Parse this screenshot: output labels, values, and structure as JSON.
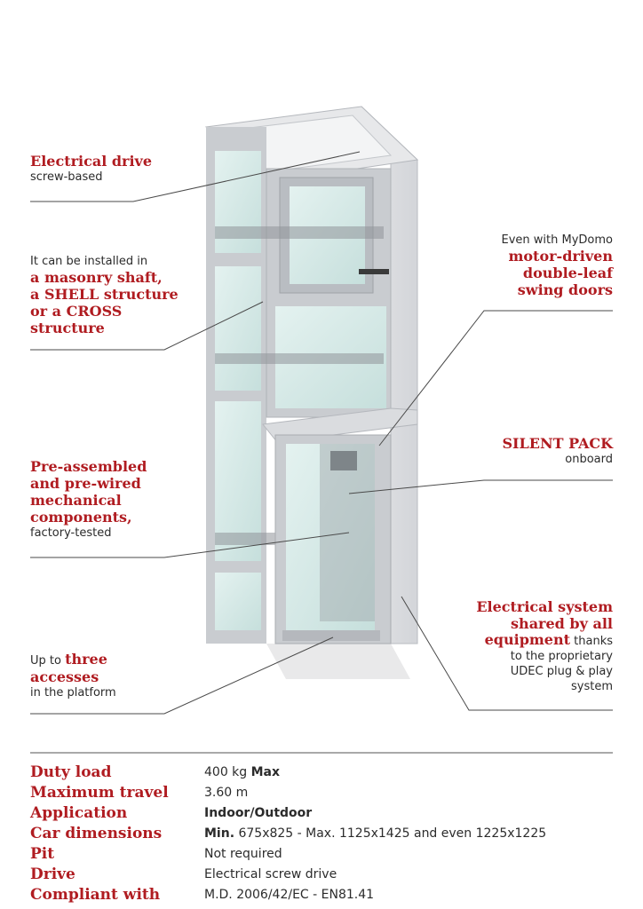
{
  "callouts": {
    "electrical_drive": {
      "title": "Electrical drive",
      "sub": "screw-based"
    },
    "installed": {
      "pre": "It can be installed in",
      "l1": "a masonry shaft,",
      "l2": "a SHELL structure",
      "l3": "or a CROSS",
      "l4": "structure"
    },
    "pre_assembled": {
      "l1": "Pre-assembled",
      "l2": "and pre-wired",
      "l3": "mechanical",
      "l4": "components,",
      "sub": "factory-tested"
    },
    "accesses": {
      "pre": "Up to ",
      "bold1": "three",
      "bold2": "accesses",
      "sub": "in the platform"
    },
    "doors": {
      "pre": "Even with MyDomo",
      "l1": "motor-driven",
      "l2": "double-leaf",
      "l3": "swing doors"
    },
    "silent": {
      "title": "SILENT PACK",
      "sub": "onboard"
    },
    "electrical_system": {
      "l1": "Electrical system",
      "l2": "shared by all",
      "l3": "equipment",
      "l3b": " thanks",
      "l4": "to the proprietary",
      "l5": "UDEC plug & play",
      "l6": "system"
    }
  },
  "specs": [
    {
      "label": "Duty load",
      "value": "400 kg ",
      "value_bold": "Max",
      "value_after": ""
    },
    {
      "label": "Maximum travel",
      "value": "3.60 m",
      "value_bold": "",
      "value_after": ""
    },
    {
      "label": "Application",
      "value": "",
      "value_bold": "Indoor/Outdoor",
      "value_after": ""
    },
    {
      "label": "Car dimensions",
      "value": "",
      "value_bold": "Min.",
      "value_after": " 675x825 - Max. 1125x1425 and even 1225x1225"
    },
    {
      "label": "Pit",
      "value": "Not required",
      "value_bold": "",
      "value_after": ""
    },
    {
      "label": "Drive",
      "value": "Electrical screw drive",
      "value_bold": "",
      "value_after": ""
    },
    {
      "label": "Compliant with",
      "value": "M.D. 2006/42/EC - EN81.41",
      "value_bold": "",
      "value_after": ""
    }
  ],
  "colors": {
    "accent": "#b01c21",
    "text": "#2b2b2b",
    "frame": "#c9ccd0",
    "glass": "#d7ebe9"
  }
}
